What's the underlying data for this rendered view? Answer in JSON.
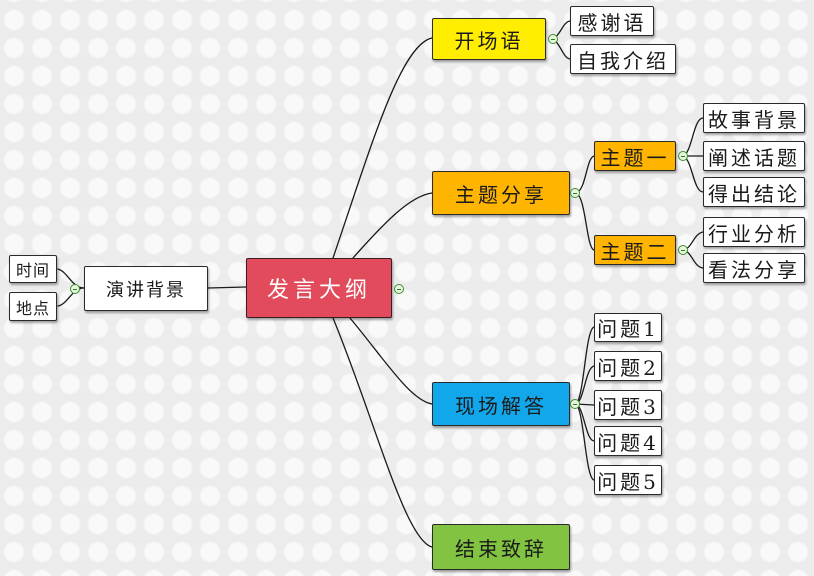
{
  "diagram": {
    "root": {
      "label": "发言大纲",
      "color": "#e24b5c"
    },
    "background_branch": {
      "label": "演讲背景",
      "children": [
        "时间",
        "地点"
      ]
    },
    "branches": [
      {
        "label": "开场语",
        "color": "#ffee00",
        "children": [
          "感谢语",
          "自我介绍"
        ]
      },
      {
        "label": "主题分享",
        "color": "#ffb400",
        "subtopics": [
          {
            "label": "主题一",
            "children": [
              "故事背景",
              "阐述话题",
              "得出结论"
            ]
          },
          {
            "label": "主题二",
            "children": [
              "行业分析",
              "看法分享"
            ]
          }
        ]
      },
      {
        "label": "现场解答",
        "color": "#12a6ea",
        "children": [
          "问题1",
          "问题2",
          "问题3",
          "问题4",
          "问题5"
        ]
      },
      {
        "label": "结束致辞",
        "color": "#82c341"
      }
    ]
  }
}
